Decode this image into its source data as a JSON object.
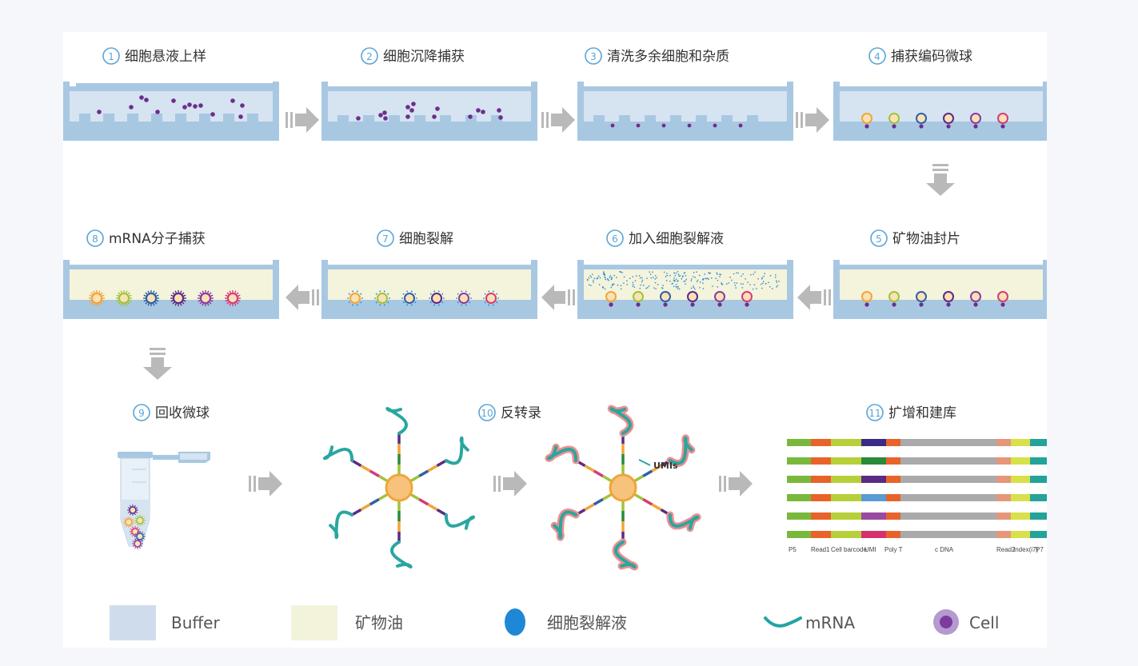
{
  "steps": [
    {
      "num": "1",
      "label": "细胞悬液上样"
    },
    {
      "num": "2",
      "label": "细胞沉降捕获"
    },
    {
      "num": "3",
      "label": "清洗多余细胞和杂质"
    },
    {
      "num": "4",
      "label": "捕获编码微球"
    },
    {
      "num": "5",
      "label": "矿物油封片"
    },
    {
      "num": "6",
      "label": "加入细胞裂解液"
    },
    {
      "num": "7",
      "label": "细胞裂解"
    },
    {
      "num": "8",
      "label": "mRNA分子捕获"
    },
    {
      "num": "9",
      "label": "回收微球"
    },
    {
      "num": "10",
      "label": "反转录"
    },
    {
      "num": "11",
      "label": "扩增和建库"
    }
  ],
  "umi_annotation": "UMIs",
  "library_segments": [
    "P5",
    "Read1",
    "Cell barcode",
    "UMI",
    "Poly T",
    "c DNA",
    "Read2",
    "Index(i7)",
    "P7"
  ],
  "legend": [
    {
      "label": "Buffer",
      "color": "#cfdcec"
    },
    {
      "label": "矿物油",
      "color": "#f3f3dc"
    },
    {
      "label": "细胞裂解液",
      "color": "#1e88d6"
    },
    {
      "label": "mRNA",
      "color": "#22a3a3"
    },
    {
      "label": "Cell",
      "color": "#7b3c9e"
    }
  ],
  "colors": {
    "chip": "#a8c8e2",
    "buffer": "#d6e3f1",
    "oil": "#f4f3dc",
    "arrow": "#b9b9b9",
    "cell": "#6d2e8c",
    "bead_core": "#f5c17a",
    "bead_ring": "#f0a53a",
    "mrna": "#2aa6a0",
    "cdna": "#ef8f8f"
  }
}
